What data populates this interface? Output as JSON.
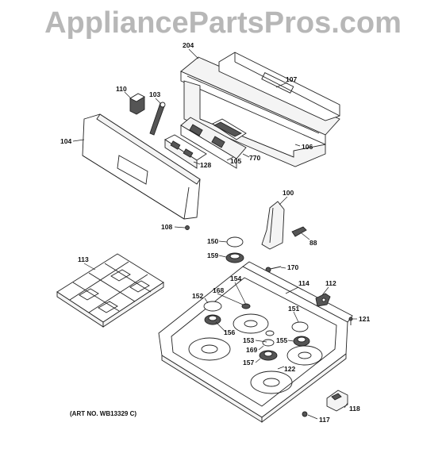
{
  "watermark": "AppliancePartsPros.com",
  "art_number": "(ART NO. WB13329 C)",
  "callouts": {
    "c204": "204",
    "c107": "107",
    "c110": "110",
    "c103": "103",
    "c104": "104",
    "c106": "106",
    "c770": "770",
    "c105": "105",
    "c128": "128",
    "c100": "100",
    "c108": "108",
    "c88": "88",
    "c150": "150",
    "c159": "159",
    "c170": "170",
    "c113": "113",
    "c154": "154",
    "c114": "114",
    "c112": "112",
    "c152": "152",
    "c168": "168",
    "c151": "151",
    "c121": "121",
    "c156": "156",
    "c153": "153",
    "c155": "155",
    "c169": "169",
    "c157": "157",
    "c122": "122",
    "c118": "118",
    "c117": "117"
  }
}
